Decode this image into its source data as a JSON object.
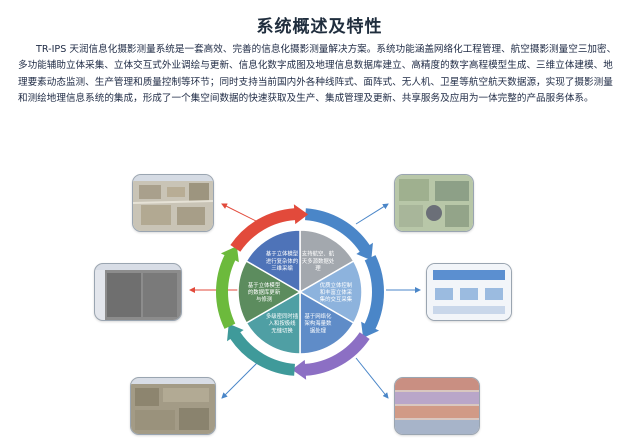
{
  "page": {
    "title": "系统概述及特性",
    "intro": "TR-IPS 天润信息化摄影测量系统是一套高效、完善的信息化摄影测量解决方案。系统功能涵盖网络化工程管理、航空摄影测量空三加密、多功能辅助立体采集、立体交互式外业调绘与更新、信息化数字成图及地理信息数据库建立、高精度的数字高程模型生成、三维立体建模、地理要素动态监测、生产管理和质量控制等环节；同时支持当前国内外各种线阵式、面阵式、无人机、卫星等航空航天数据源，实现了摄影测量和测绘地理信息系统的集成，形成了一个集空间数据的快速获取及生产、集成管理及更新、共享服务及应用为一体完整的产品服务体系。"
  },
  "segments": [
    {
      "lines": [
        "支持航空、航",
        "天多源数据处",
        "理"
      ]
    },
    {
      "lines": [
        "优质立体控制",
        "和丰富立体采",
        "集的交互采集"
      ]
    },
    {
      "lines": [
        "基于网络化",
        "架构海量数",
        "据处理"
      ]
    },
    {
      "lines": [
        "多级密同时插",
        "入和按极线",
        "无缝切换"
      ]
    },
    {
      "lines": [
        "基于立体模型",
        "的数据库更新",
        "与修测"
      ]
    },
    {
      "lines": [
        "基于立体模型",
        "进行复杂体的",
        "三维采编"
      ]
    }
  ],
  "colors": {
    "arrow_red": "#e24a3b",
    "arrow_blue": "#4a86c8",
    "arrow_purple": "#8c6fc4",
    "arrow_teal": "#3f9a9a",
    "arrow_green": "#6cba3c",
    "seg_blue": "#4e73b8",
    "seg_gray": "#a3a8ae",
    "seg_lightblue": "#8db3dd",
    "seg_blue2": "#5f8cc8",
    "seg_teal": "#4f9fa4",
    "seg_green": "#5c8c5e"
  }
}
